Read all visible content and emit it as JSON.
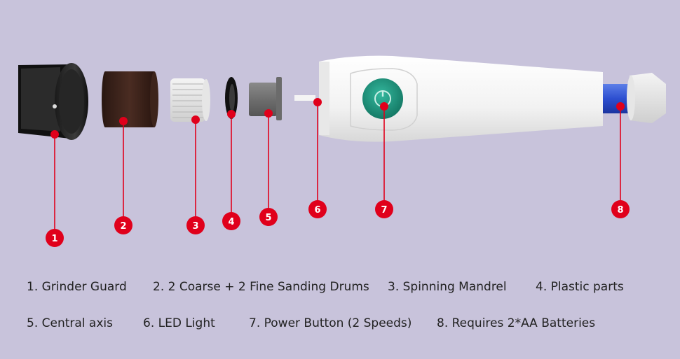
{
  "parts": [
    {
      "num": "1",
      "label": "1. Grinder Guard"
    },
    {
      "num": "2",
      "label": "2. 2 Coarse + 2 Fine Sanding Drums"
    },
    {
      "num": "3",
      "label": "3. Spinning Mandrel"
    },
    {
      "num": "4",
      "label": "4. Plastic parts"
    },
    {
      "num": "5",
      "label": "5. Central axis"
    },
    {
      "num": "6",
      "label": "6. LED Light"
    },
    {
      "num": "7",
      "label": "7. Power Button (2 Speeds)"
    },
    {
      "num": "8",
      "label": "8. Requires 2*AA Batteries"
    }
  ],
  "colors": {
    "background": "#c8c3db",
    "marker": "#e0001b",
    "button": "#1e9e87"
  }
}
